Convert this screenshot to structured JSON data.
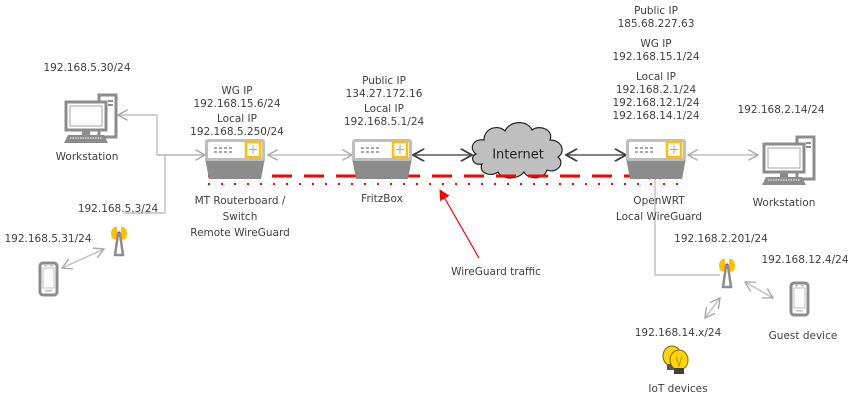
{
  "colors": {
    "device_gray": "#a6a6a6",
    "device_dark": "#8c8c8c",
    "accent_yellow": "#ffc000",
    "wireguard_red": "#ff0000",
    "cloud_fill": "#bfbfbf",
    "link_gray": "#bfbfbf",
    "wan_link": "#595959",
    "text": "#404040"
  },
  "nodes": {
    "workstation_left": {
      "ip": "192.168.5.30/24",
      "label": "Workstation",
      "icon": "desktop-computer-icon"
    },
    "mt_router": {
      "wg_ip_label": "WG IP",
      "wg_ip": "192.168.15.6/24",
      "local_ip_label": "Local IP",
      "local_ip": "192.168.5.250/24",
      "label_lines": [
        "MT Routerboard /",
        "Switch",
        "Remote WireGuard"
      ],
      "icon": "router-switch-icon"
    },
    "ap_left": {
      "ip": "192.168.5.3/24",
      "icon": "wireless-access-point-icon"
    },
    "phone_left": {
      "ip": "192.168.5.31/24",
      "icon": "smartphone-icon"
    },
    "fritzbox": {
      "public_ip_label": "Public IP",
      "public_ip": "134.27.172.16",
      "local_ip_label": "Local IP",
      "local_ip": "192.168.5.1/24",
      "label": "FritzBox",
      "icon": "router-icon"
    },
    "internet": {
      "label": "Internet",
      "icon": "cloud-icon"
    },
    "openwrt": {
      "public_ip_label": "Public IP",
      "public_ip": "185.68.227.63",
      "wg_ip_label": "WG IP",
      "wg_ip": "192.168.15.1/24",
      "local_ip_label": "Local IP",
      "local_ips": [
        "192.168.2.1/24",
        "192.168.12.1/24",
        "192.168.14.1/24"
      ],
      "label_lines": [
        "OpenWRT",
        "Local WireGuard"
      ],
      "icon": "router-icon"
    },
    "workstation_right": {
      "ip": "192.168.2.14/24",
      "label": "Workstation",
      "icon": "desktop-computer-icon"
    },
    "ap_right": {
      "ip": "192.168.2.201/24",
      "icon": "wireless-access-point-icon"
    },
    "guest_device": {
      "ip": "192.168.12.4/24",
      "label": "Guest device",
      "icon": "smartphone-icon"
    },
    "iot_devices": {
      "ip": "192.168.14.x/24",
      "label": "IoT devices",
      "icon": "light-bulb-icon"
    }
  },
  "annotations": {
    "wireguard_traffic": "WireGuard traffic"
  }
}
